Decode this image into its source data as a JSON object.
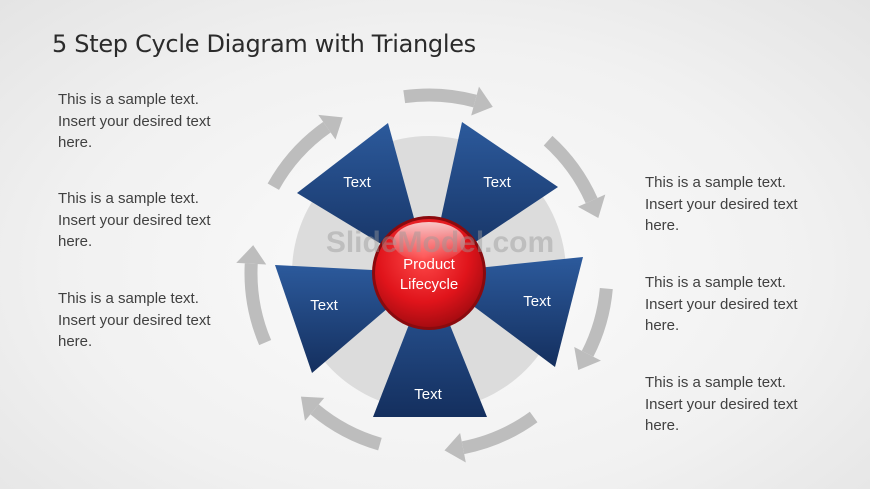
{
  "title": "5 Step Cycle Diagram with Triangles",
  "center": {
    "line1": "Product",
    "line2": "Lifecycle"
  },
  "steps": [
    {
      "label": "Text"
    },
    {
      "label": "Text"
    },
    {
      "label": "Text"
    },
    {
      "label": "Text"
    },
    {
      "label": "Text"
    }
  ],
  "notes_left": [
    {
      "line1": "This is a sample text.",
      "line2": "Insert your desired text",
      "line3": "here."
    },
    {
      "line1": "This is a sample text.",
      "line2": "Insert your desired text",
      "line3": "here."
    },
    {
      "line1": "This is a sample text.",
      "line2": "Insert your desired text",
      "line3": "here."
    }
  ],
  "notes_right": [
    {
      "line1": "This is a sample text.",
      "line2": "Insert your desired text",
      "line3": "here."
    },
    {
      "line1": "This is a sample text.",
      "line2": "Insert your desired text",
      "line3": "here."
    },
    {
      "line1": "This is a sample text.",
      "line2": "Insert your desired text",
      "line3": "here."
    }
  ],
  "watermark": "SlideModel.com",
  "colors": {
    "triangle": "#1b3f78",
    "triangle_light": "#2c5a9c",
    "sphere": "#e0141b",
    "ring": "#dcdcdc",
    "arrow": "#bdbdbd"
  }
}
